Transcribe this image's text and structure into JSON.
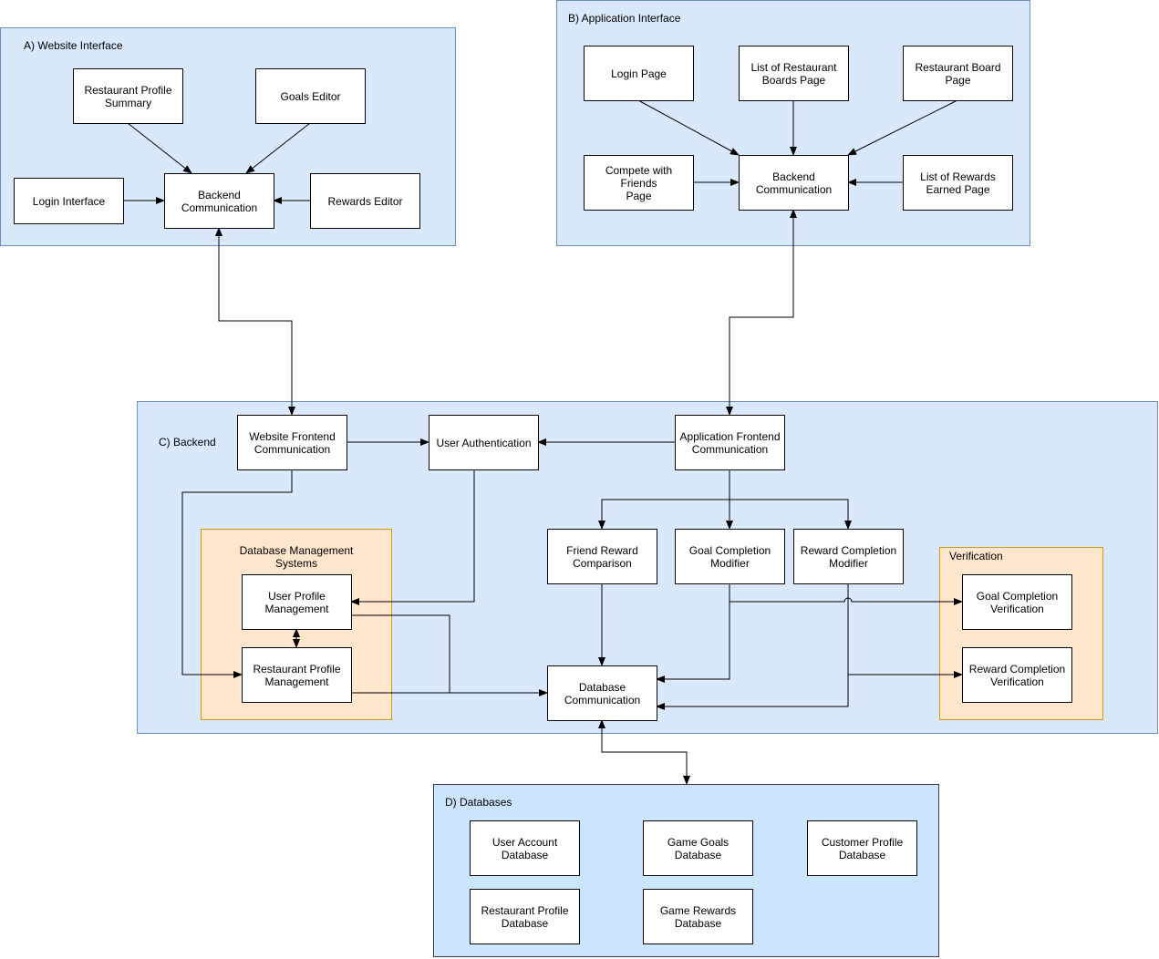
{
  "groups": {
    "website": "A) Website Interface",
    "application": "B) Application Interface",
    "backend": "C) Backend",
    "databases": "D) Databases",
    "dbms": "Database Management\nSystems",
    "verification": "Verification"
  },
  "website": {
    "restaurant_profile_summary": "Restaurant Profile\nSummary",
    "goals_editor": "Goals Editor",
    "login_interface": "Login Interface",
    "backend_communication": "Backend\nCommunication",
    "rewards_editor": "Rewards Editor"
  },
  "application": {
    "login_page": "Login Page",
    "list_of_restaurant_boards_page": "List of Restaurant\nBoards Page",
    "restaurant_board_page": "Restaurant Board\nPage",
    "compete_with_friends_page": "Compete with Friends\nPage",
    "backend_communication": "Backend\nCommunication",
    "list_of_rewards_earned_page": "List of Rewards\nEarned Page"
  },
  "backend": {
    "website_frontend_communication": "Website Frontend\nCommunication",
    "user_authentication": "User Authentication",
    "application_frontend_communication": "Application Frontend\nCommunication",
    "user_profile_management": "User Profile\nManagement",
    "restaurant_profile_management": "Restaurant Profile\nManagement",
    "friend_reward_comparison": "Friend Reward\nComparison",
    "goal_completion_modifier": "Goal Completion\nModifier",
    "reward_completion_modifier": "Reward Completion\nModifier",
    "database_communication": "Database\nCommunication",
    "goal_completion_verification": "Goal Completion\nVerification",
    "reward_completion_verification": "Reward Completion\nVerification"
  },
  "databases": {
    "user_account_database": "User Account\nDatabase",
    "game_goals_database": "Game Goals\nDatabase",
    "customer_profile_database": "Customer Profile\nDatabase",
    "restaurant_profile_database": "Restaurant Profile\nDatabase",
    "game_rewards_database": "Game Rewards\nDatabase"
  }
}
